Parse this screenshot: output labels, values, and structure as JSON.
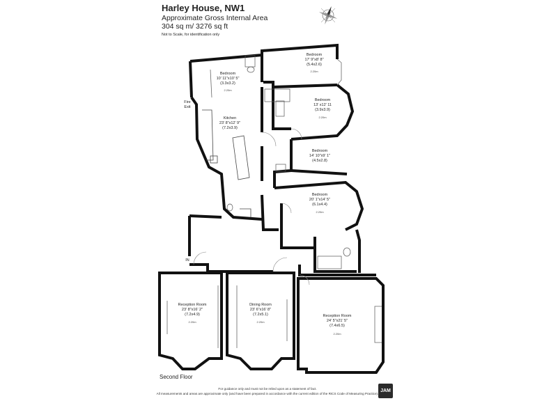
{
  "header": {
    "title": "Harley House, NW1",
    "area_label": "Approximate Gross Internal Area",
    "area_value": "304 sq m/ 3276 sq ft",
    "disclaimer": "Not to Scale, for identification only"
  },
  "compass": {
    "letter": "N"
  },
  "rooms": [
    {
      "name": "Bedroom",
      "dims": "17' 9\"x8' 8\"",
      "metric": "(5.4x2.6)",
      "marker": "2.20m"
    },
    {
      "name": "Bedroom",
      "dims": "10' 11\"x10' 5\"",
      "metric": "(3.3x3.2)",
      "marker": "2.20m"
    },
    {
      "name": "Bedroom",
      "dims": "13' x12' 11",
      "metric": "(3.9x3.9)",
      "marker": "2.20m"
    },
    {
      "name": "Kitchen",
      "dims": "23' 8\"x12' 9\"",
      "metric": "(7.2x3.9)",
      "marker": ""
    },
    {
      "name": "Bedroom",
      "dims": "14' 10\"x9' 1\"",
      "metric": "(4.5x2.8)",
      "marker": ""
    },
    {
      "name": "Bedroom",
      "dims": "20' 1\"x14' 5\"",
      "metric": "(6.1x4.4)",
      "marker": "2.20m"
    },
    {
      "name": "Reception Room",
      "dims": "23' 8\"x16' 2\"",
      "metric": "(7.2x4.9)",
      "marker": "2.20m"
    },
    {
      "name": "Dining Room",
      "dims": "23' 6\"x16' 8\"",
      "metric": "(7.2x5.1)",
      "marker": "2.20m"
    },
    {
      "name": "Reception Room",
      "dims": "24' 5\"x21' 5\"",
      "metric": "(7.4x6.5)",
      "marker": "2.20m"
    }
  ],
  "labels": {
    "fire_exit_1": "Fire",
    "fire_exit_2": "Exit",
    "in": "IN"
  },
  "floor_label": "Second Floor",
  "footer": {
    "line1": "For guidance only and must not be relied upon as a statement of fact.",
    "line2": "All measurements and areas are approximate only (and have been prepared in accordance with the current edition of the RICS Code of Measuring Practice)."
  },
  "logo": "JAM"
}
